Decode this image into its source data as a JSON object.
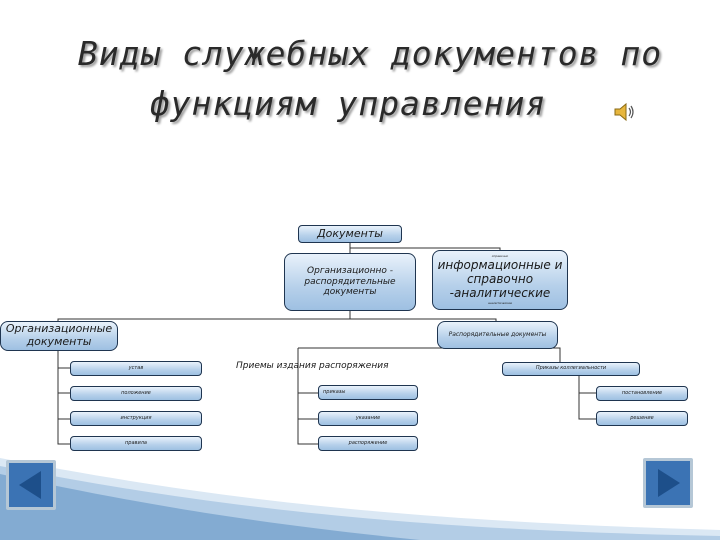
{
  "title": {
    "line1": "Виды служебных документов по",
    "line2": "функциям управления"
  },
  "icons": {
    "sound": "speaker-icon",
    "prev": "arrow-left-icon",
    "next": "arrow-right-icon"
  },
  "diagram": {
    "root": "Документы",
    "org_admin": "Организационно - распорядительные документы",
    "info": "информационные и справочно -аналитические",
    "info_tiny_top": "справочно",
    "info_tiny_bottom": "аналитические",
    "org": "Организационные документы",
    "admin": "Распорядительные документы",
    "issued": "Приемы издания распоряжения",
    "collegial": "Приказы коллегиальности",
    "org_items": [
      "устав",
      "положение",
      "инструкция",
      "правила"
    ],
    "mid_items": [
      "приказы",
      "указание",
      "распоряжение"
    ],
    "right_items": [
      "постановление",
      "решение"
    ]
  },
  "colors": {
    "box_border": "#1f3550",
    "box_top": "#e9f2fb",
    "box_bottom": "#9ec0e2",
    "nav": "#3b73b4"
  }
}
